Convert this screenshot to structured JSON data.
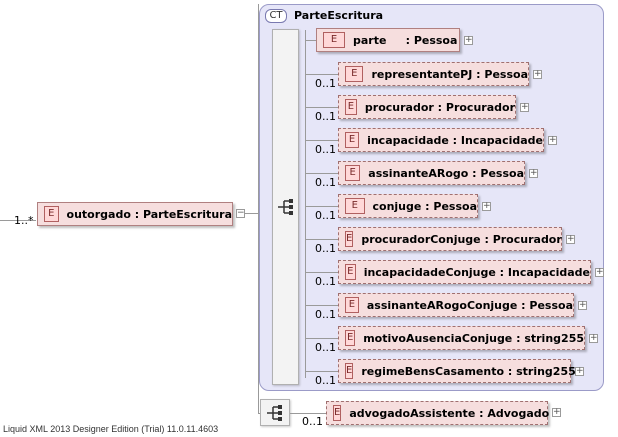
{
  "root_element": {
    "cardinality": "1..*",
    "badge": "E",
    "label": "outorgado : ParteEscritura",
    "toggle": "−"
  },
  "complex_type": {
    "badge": "CT",
    "name": "ParteEscritura"
  },
  "children": [
    {
      "badge": "E",
      "label": "parte     : Pessoa",
      "cardinality": "",
      "optional": false
    },
    {
      "badge": "E",
      "label": "representantePJ : Pessoa",
      "cardinality": "0..1",
      "optional": true
    },
    {
      "badge": "E",
      "label": "procurador : Procurador",
      "cardinality": "0..1",
      "optional": true
    },
    {
      "badge": "E",
      "label": "incapacidade : Incapacidade",
      "cardinality": "0..1",
      "optional": true
    },
    {
      "badge": "E",
      "label": "assinanteARogo : Pessoa",
      "cardinality": "0..1",
      "optional": true
    },
    {
      "badge": "E",
      "label": "conjuge : Pessoa",
      "cardinality": "0..1",
      "optional": true
    },
    {
      "badge": "E",
      "label": "procuradorConjuge : Procurador",
      "cardinality": "0..1",
      "optional": true
    },
    {
      "badge": "E",
      "label": "incapacidadeConjuge : Incapacidade",
      "cardinality": "0..1",
      "optional": true
    },
    {
      "badge": "E",
      "label": "assinanteARogoConjuge : Pessoa",
      "cardinality": "0..1",
      "optional": true
    },
    {
      "badge": "E",
      "label": "motivoAusenciaConjuge : string255",
      "cardinality": "0..1",
      "optional": true
    },
    {
      "badge": "E",
      "label": "regimeBensCasamento : string255",
      "cardinality": "0..1",
      "optional": true
    }
  ],
  "extra_element": {
    "badge": "E",
    "label": "advogadoAssistente : Advogado",
    "cardinality": "0..1"
  },
  "expand_symbol": "+",
  "footer": "Liquid XML 2013 Designer Edition (Trial) 11.0.11.4603"
}
